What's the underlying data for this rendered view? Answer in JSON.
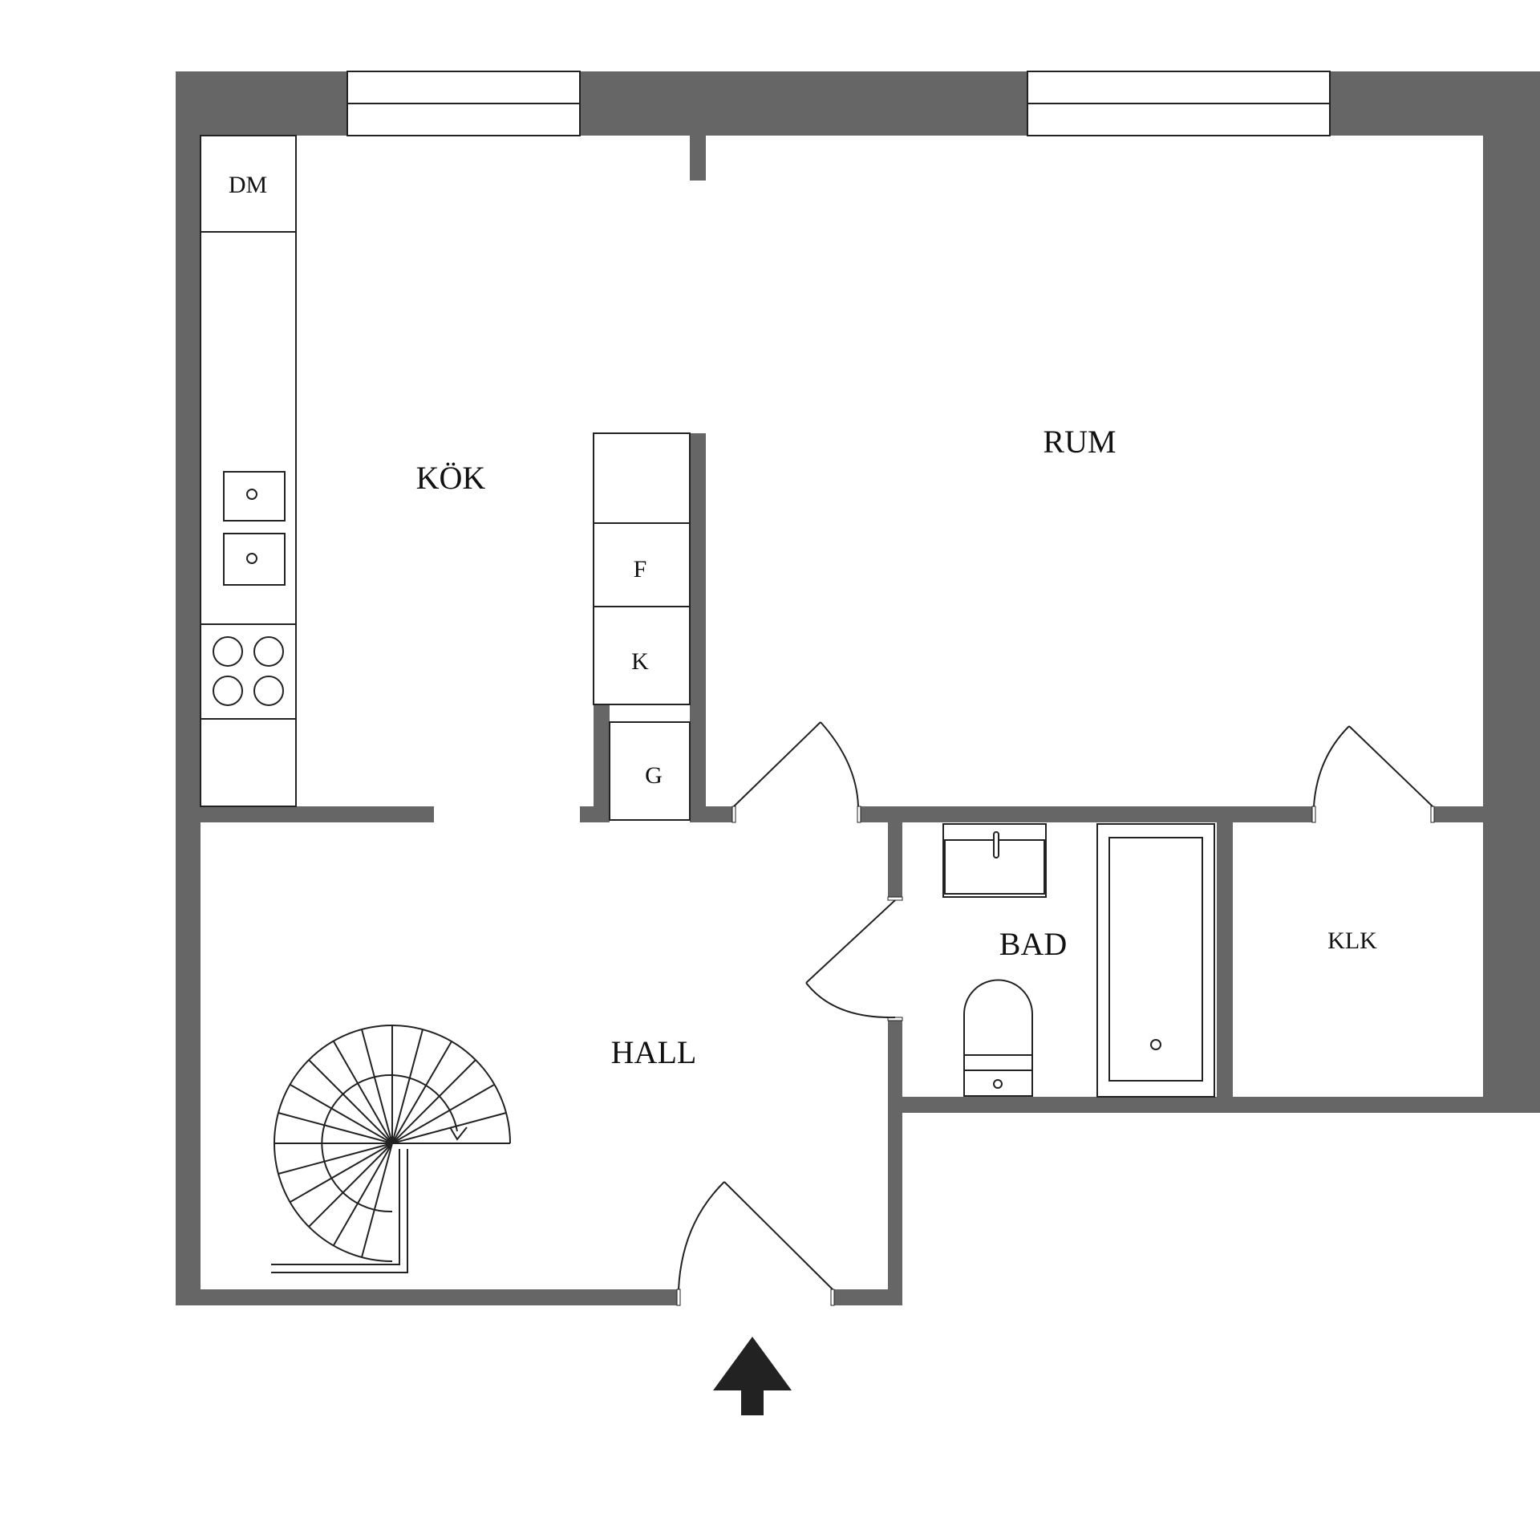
{
  "colors": {
    "wall": "#666666",
    "line": "#222222",
    "arrow": "#222222",
    "background": "#ffffff"
  },
  "rooms": {
    "kitchen": "KÖK",
    "living": "RUM",
    "hall": "HALL",
    "bath": "BAD",
    "closet": "KLK"
  },
  "fixtures": {
    "dishwasher": "DM",
    "freezer": "F",
    "fridge": "K",
    "g_unit": "G"
  },
  "icons": {
    "entrance": "entrance-arrow-icon",
    "staircase": "spiral-staircase-icon",
    "stove": "stove-icon",
    "sink": "sink-icon",
    "toilet": "toilet-icon",
    "bathtub": "bathtub-icon"
  }
}
